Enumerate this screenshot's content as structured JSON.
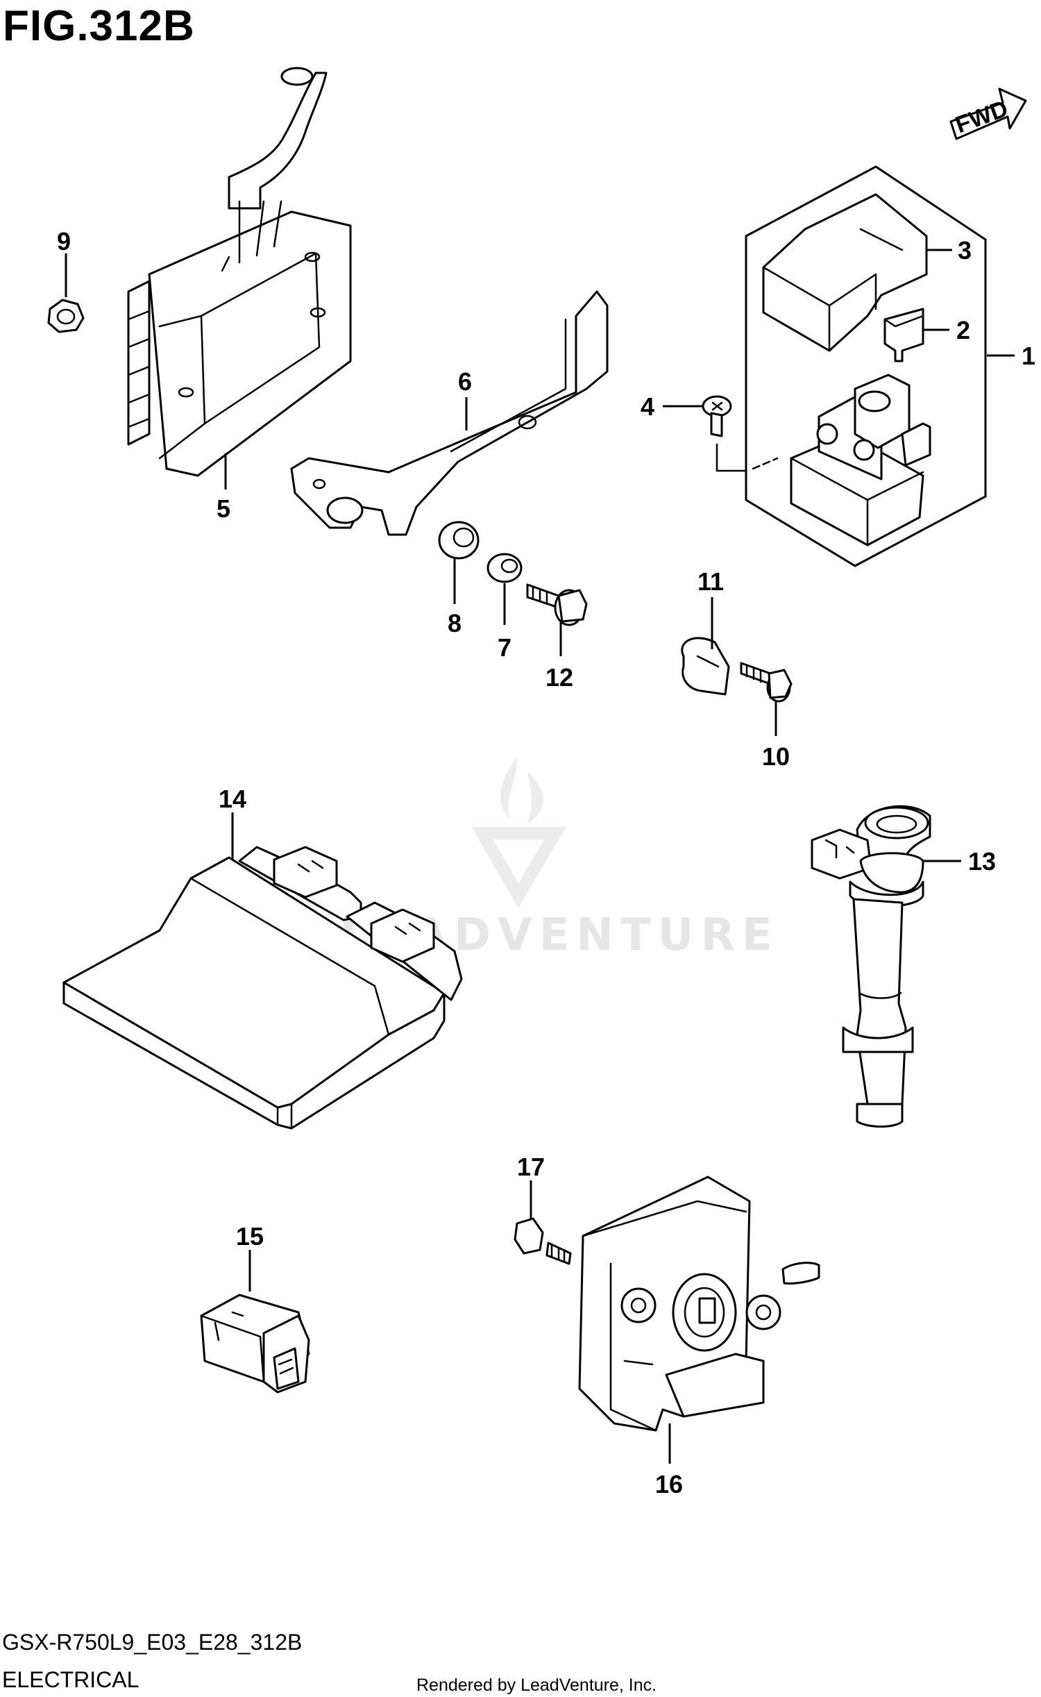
{
  "figure": {
    "title": "FIG.312B",
    "model_code": "GSX-R750L9_E03_E28_312B",
    "section": "ELECTRICAL",
    "rendered_by": "Rendered by LeadVenture, Inc.",
    "watermark": "LEADVENTURE",
    "direction_label": "FWD"
  },
  "callouts": {
    "c1": "1",
    "c2": "2",
    "c3": "3",
    "c4": "4",
    "c5": "5",
    "c6": "6",
    "c7": "7",
    "c8": "8",
    "c9": "9",
    "c10": "10",
    "c11": "11",
    "c12": "12",
    "c13": "13",
    "c14": "14",
    "c15": "15",
    "c16": "16",
    "c17": "17"
  }
}
